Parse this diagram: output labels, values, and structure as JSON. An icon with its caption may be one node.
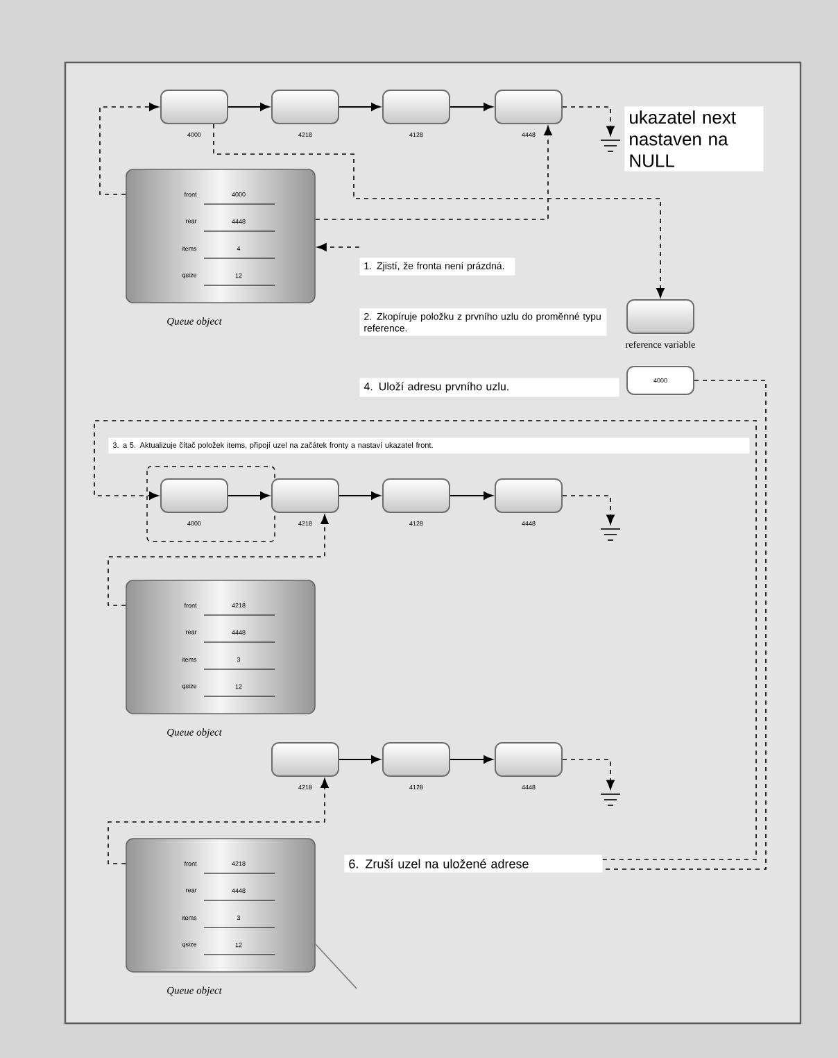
{
  "diagram": {
    "nodes": [
      {
        "text": [],
        "shape": "box",
        "beside": [
          "4000"
        ]
      },
      {
        "text": [],
        "shape": "box",
        "beside": [
          "4218"
        ]
      },
      {
        "text": [],
        "shape": "box",
        "beside": [
          "4128"
        ]
      },
      {
        "text": [],
        "shape": "box",
        "beside": [
          "4448"
        ]
      },
      {
        "text": [],
        "shape": "ground"
      },
      {
        "text": [
          "ukazatel next nastaven na NULL"
        ]
      },
      {
        "text": [
          "front",
          "4000",
          "rear",
          "4448",
          "items",
          "4",
          "qsize",
          "12"
        ],
        "beside": [
          "Queue object"
        ]
      },
      {
        "text": [
          "1. Zjistí, že fronta není prázdná."
        ]
      },
      {
        "text": [
          "2. Zkopíruje položku z prvního uzlu do proměnné typu reference."
        ]
      },
      {
        "text": [],
        "shape": "box",
        "beside": [
          "reference variable"
        ]
      },
      {
        "text": [
          "4. Uloží adresu prvního uzlu."
        ]
      },
      {
        "text": [
          "4000"
        ]
      },
      {
        "text": [
          "3. a 5. Aktualizuje čítač položek items, připojí uzel na začátek fronty a nastaví ukazatel front."
        ]
      },
      {
        "text": [],
        "shape": "box",
        "beside": [
          "4000"
        ]
      },
      {
        "text": [],
        "shape": "box",
        "beside": [
          "4218"
        ]
      },
      {
        "text": [],
        "shape": "box",
        "beside": [
          "4128"
        ]
      },
      {
        "text": [],
        "shape": "box",
        "beside": [
          "4448"
        ]
      },
      {
        "text": [],
        "shape": "ground"
      },
      {
        "text": [
          "front",
          "4218",
          "rear",
          "4448",
          "items",
          "3",
          "qsize",
          "12"
        ],
        "beside": [
          "Queue object"
        ]
      },
      {
        "text": [],
        "shape": "box",
        "beside": [
          "4218"
        ]
      },
      {
        "text": [],
        "shape": "box",
        "beside": [
          "4128"
        ]
      },
      {
        "text": [],
        "shape": "box",
        "beside": [
          "4448"
        ]
      },
      {
        "text": [],
        "shape": "ground"
      },
      {
        "text": [
          "6. Zruší uzel na uložené adrese"
        ]
      },
      {
        "text": [
          "front",
          "4218",
          "rear",
          "4448",
          "items",
          "3",
          "qsize",
          "12"
        ],
        "beside": [
          "Queue object"
        ]
      }
    ],
    "edges": [
      {
        "from": 6,
        "to": 0,
        "arrow": "to",
        "style": "dashed"
      },
      {
        "from": 0,
        "to": 1,
        "arrow": "to"
      },
      {
        "from": 1,
        "to": 2,
        "arrow": "to"
      },
      {
        "from": 2,
        "to": 3,
        "arrow": "to"
      },
      {
        "from": 3,
        "to": 4,
        "arrow": "to",
        "style": "dashed"
      },
      {
        "from": 6,
        "to": 3,
        "arrow": "to",
        "style": "dashed"
      },
      {
        "from": 0,
        "to": 9,
        "arrow": "to",
        "style": "dashed"
      },
      {
        "from": 7,
        "to": 6,
        "arrow": "to",
        "style": "dashed"
      },
      {
        "from": 11,
        "to": 23,
        "arrow": "none",
        "style": "dashed"
      },
      {
        "from": 23,
        "to": 13,
        "arrow": "to",
        "style": "dashed"
      },
      {
        "from": 13,
        "to": 14,
        "arrow": "to"
      },
      {
        "from": 14,
        "to": 15,
        "arrow": "to"
      },
      {
        "from": 15,
        "to": 16,
        "arrow": "to"
      },
      {
        "from": 16,
        "to": 17,
        "arrow": "to",
        "style": "dashed"
      },
      {
        "from": 18,
        "to": 14,
        "arrow": "to",
        "style": "dashed"
      },
      {
        "from": 19,
        "to": 20,
        "arrow": "to"
      },
      {
        "from": 20,
        "to": 21,
        "arrow": "to"
      },
      {
        "from": 21,
        "to": 22,
        "arrow": "to",
        "style": "dashed"
      },
      {
        "from": 24,
        "to": 19,
        "arrow": "to",
        "style": "dashed"
      },
      {
        "from": 24,
        "to": null,
        "arrow": "none",
        "color": "#808080"
      }
    ]
  }
}
